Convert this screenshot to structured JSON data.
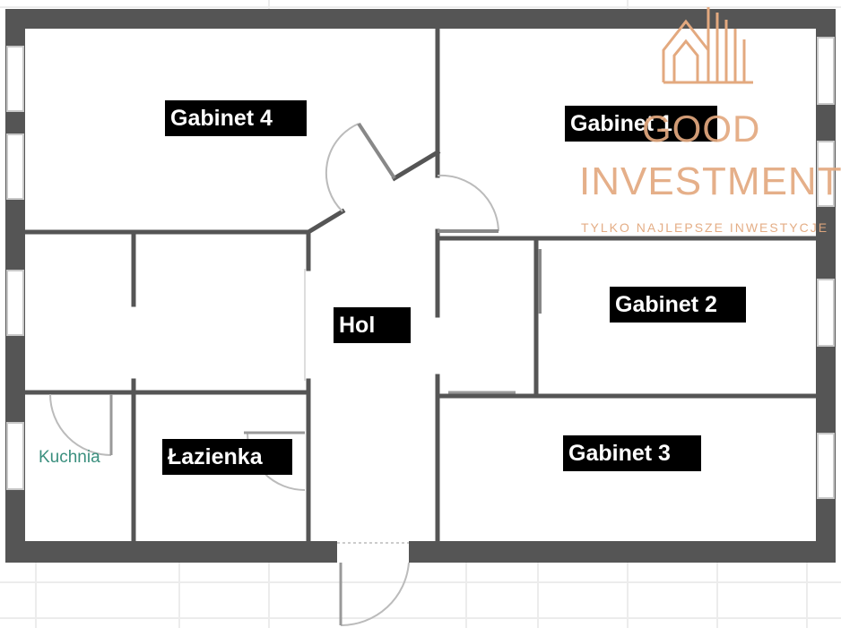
{
  "rooms": {
    "gabinet_4": "Gabinet 4",
    "gabinet_1": "Gabinet 1",
    "gabinet_2": "Gabinet 2",
    "gabinet_3": "Gabinet 3",
    "hol": "Hol",
    "lazienka": "Łazienka",
    "kuchnia": "Kuchnia"
  },
  "watermark": {
    "line1": "GOOD",
    "line2": "INVESTMENT",
    "tagline": "TYLKO NAJLEPSZE INWESTYCJE",
    "color": "#e3a97f"
  },
  "colors": {
    "wall": "#555555",
    "window": "#dddddd",
    "door_arc": "#bbbbbb",
    "kitchen_label": "#3a8f7e",
    "label_bg": "#000000",
    "label_text": "#ffffff"
  }
}
